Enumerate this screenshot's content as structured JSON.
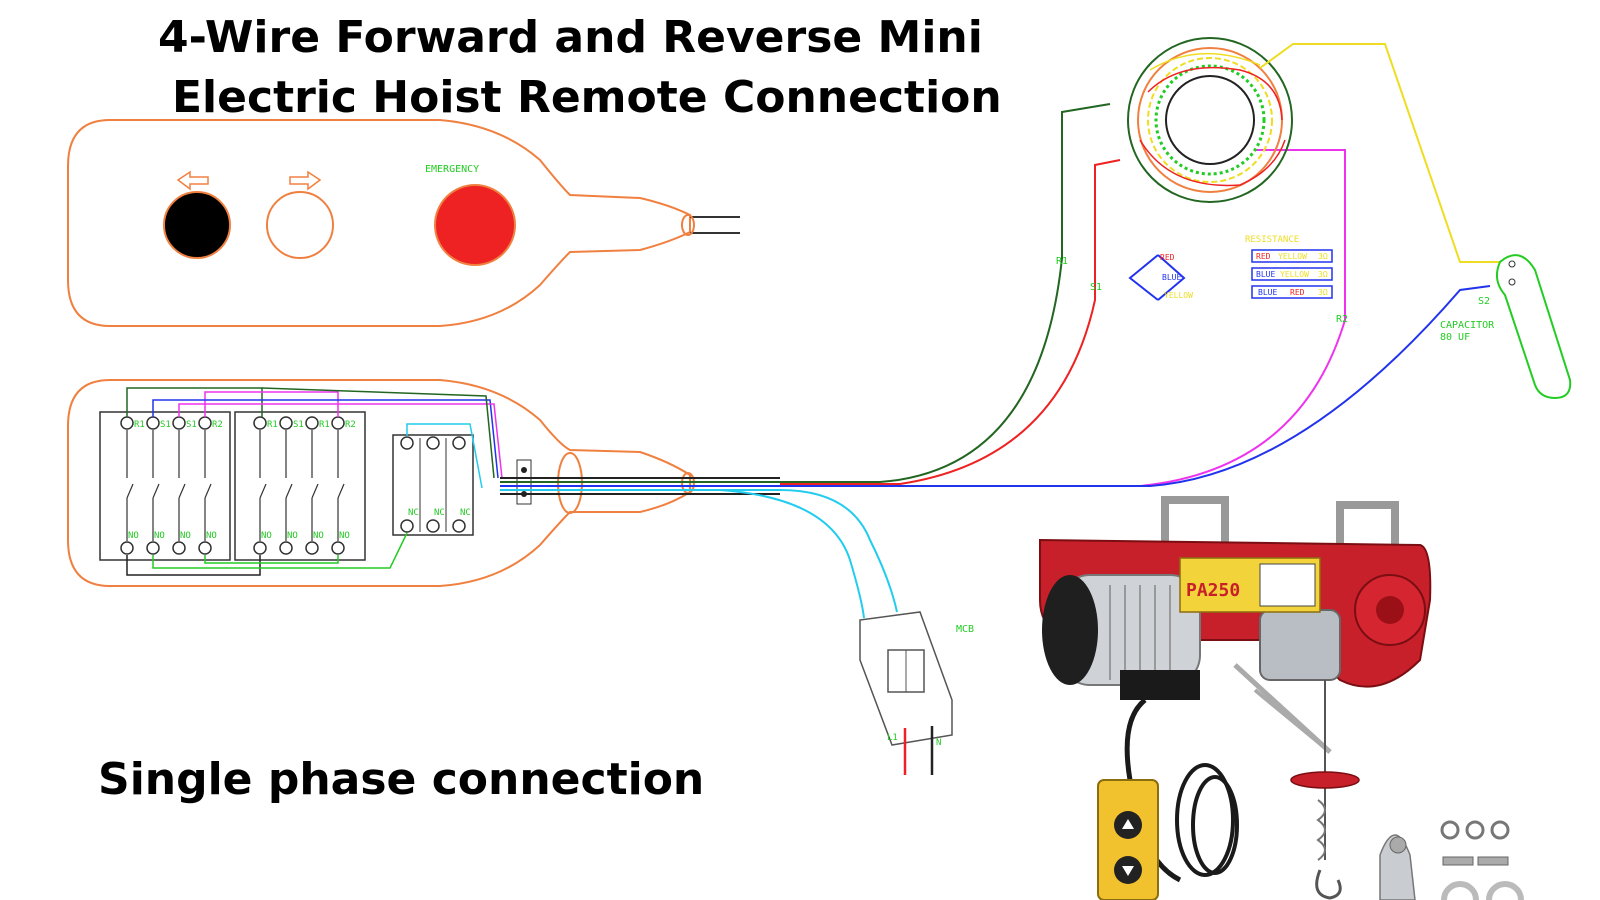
{
  "title": {
    "line1": "4-Wire Forward and Reverse Mini",
    "line2": "Electric Hoist Remote Connection"
  },
  "subtitle": "Single phase connection",
  "remote": {
    "emergency_label": "EMERGENCY"
  },
  "switch_box": {
    "terminal_labels_group1": [
      "R1",
      "S1",
      "S1",
      "R2"
    ],
    "terminal_labels_group2": [
      "R1",
      "S1",
      "R1",
      "R2"
    ],
    "bottom_labels": [
      "NO",
      "NO",
      "NO",
      "NO",
      "NO",
      "NO",
      "NO",
      "NO"
    ],
    "emergency_switch_labels": [
      "NC",
      "NC",
      "NC"
    ]
  },
  "motor": {
    "labels": {
      "r1": "R1",
      "s1": "S1",
      "r2": "R2",
      "s2": "S2",
      "capacitor": "CAPACITOR",
      "capacitor_value": "80 UF",
      "resistance": "RESISTANCE",
      "mcb": "MCB",
      "l1": "L1",
      "n": "N"
    },
    "winding_labels": [
      "RED",
      "BLUE",
      "YELLOW"
    ],
    "resistance_rows": [
      {
        "a": "RED",
        "b": "YELLOW",
        "v": "3Ω"
      },
      {
        "a": "BLUE",
        "b": "YELLOW",
        "v": "3Ω"
      },
      {
        "a": "BLUE",
        "b": "RED",
        "v": "3Ω"
      }
    ]
  },
  "hoist": {
    "brand_label": "PA250"
  },
  "colors": {
    "outline": "#f08040",
    "green": "#22cc22",
    "red": "#ee2222",
    "blue": "#2233ee",
    "cyan": "#22ccee",
    "magenta": "#ee33ee",
    "yellow": "#eedd22",
    "dark_green": "#226622"
  }
}
